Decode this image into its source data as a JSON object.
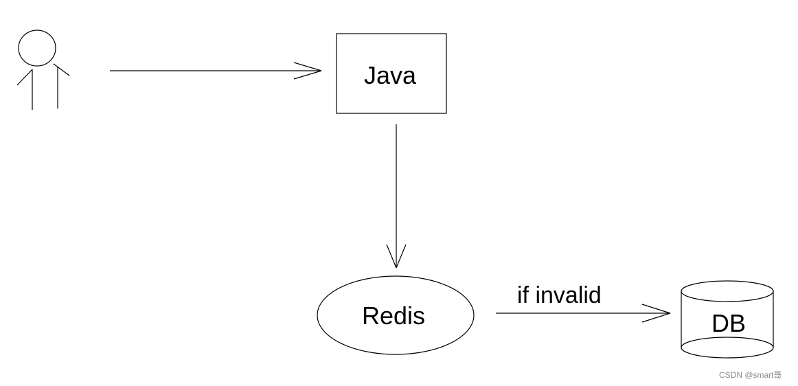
{
  "nodes": {
    "java": {
      "label": "Java"
    },
    "redis": {
      "label": "Redis"
    },
    "db": {
      "label": "DB"
    }
  },
  "edges": {
    "redis_to_db": {
      "label": "if invalid"
    }
  },
  "watermark": {
    "text": "CSDN @smart哥"
  },
  "colors": {
    "stroke": "#000000",
    "background": "#ffffff",
    "watermark": "#8a8a8a"
  }
}
